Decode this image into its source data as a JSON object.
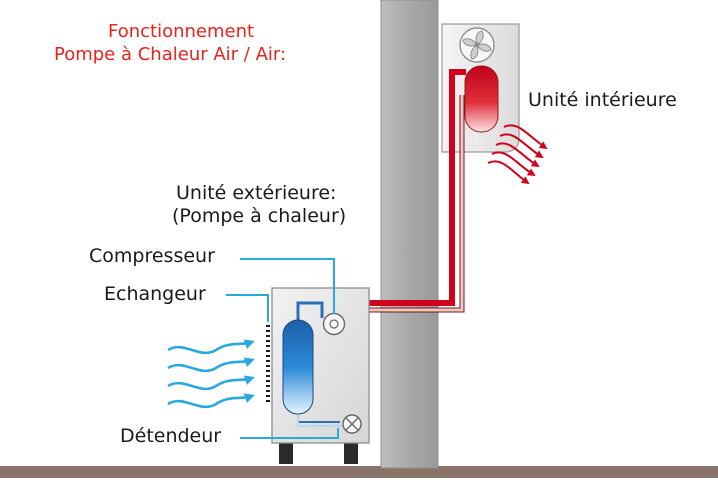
{
  "title": {
    "line1": "Fonctionnement",
    "line2": "Pompe à Chaleur Air / Air:"
  },
  "labels": {
    "indoor_unit": "Unité intérieure",
    "outdoor_unit_line1": "Unité extérieure:",
    "outdoor_unit_line2": "(Pompe à chaleur)",
    "compressor": "Compresseur",
    "exchanger": "Echangeur",
    "expansion_valve": "Détendeur"
  },
  "colors": {
    "title": "#e8231c",
    "hot_pipe": "#d0021b",
    "cold_pipe_fill": "#f3c8c0",
    "blue_line": "#2aa8e0",
    "wall": "#a7a7a7",
    "ground": "#8a7467",
    "outdoor_unit": "#e2e2e2"
  },
  "icons": {
    "indoor_fan": "fan-icon",
    "compressor": "compressor-icon",
    "expansion_valve": "valve-icon"
  }
}
